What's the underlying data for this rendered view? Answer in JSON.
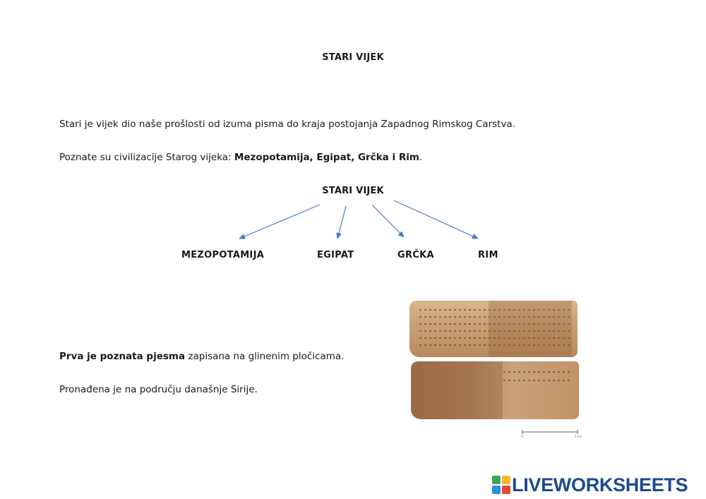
{
  "document": {
    "title": "STARI VIJEK",
    "intro": "Stari je vijek dio naše prošlosti od izuma pisma do kraja postojanja Zapadnog Rimskog Carstva.",
    "civilizations_prefix": "Poznate su civilizacije Starog vijeka: ",
    "civilizations_bold": "Mezopotamija, Egipat, Grčka i Rim",
    "civilizations_suffix": "."
  },
  "diagram": {
    "root": "STARI VIJEK",
    "branches": [
      "MEZOPOTAMIJA",
      "EGIPAT",
      "GRČKA",
      "RIM"
    ],
    "arrow_color": "#4a7cc4"
  },
  "song_section": {
    "line1_bold": "Prva je poznata pjesma",
    "line1_rest": " zapisana na glinenim pločicama.",
    "line2": "Pronađena je na području današnje Sirije."
  },
  "image": {
    "scale_start": "0",
    "scale_end": "5 cm"
  },
  "branding": {
    "logo_text": "LIVEWORKSHEETS",
    "logo_color": "#1e4a8c"
  }
}
